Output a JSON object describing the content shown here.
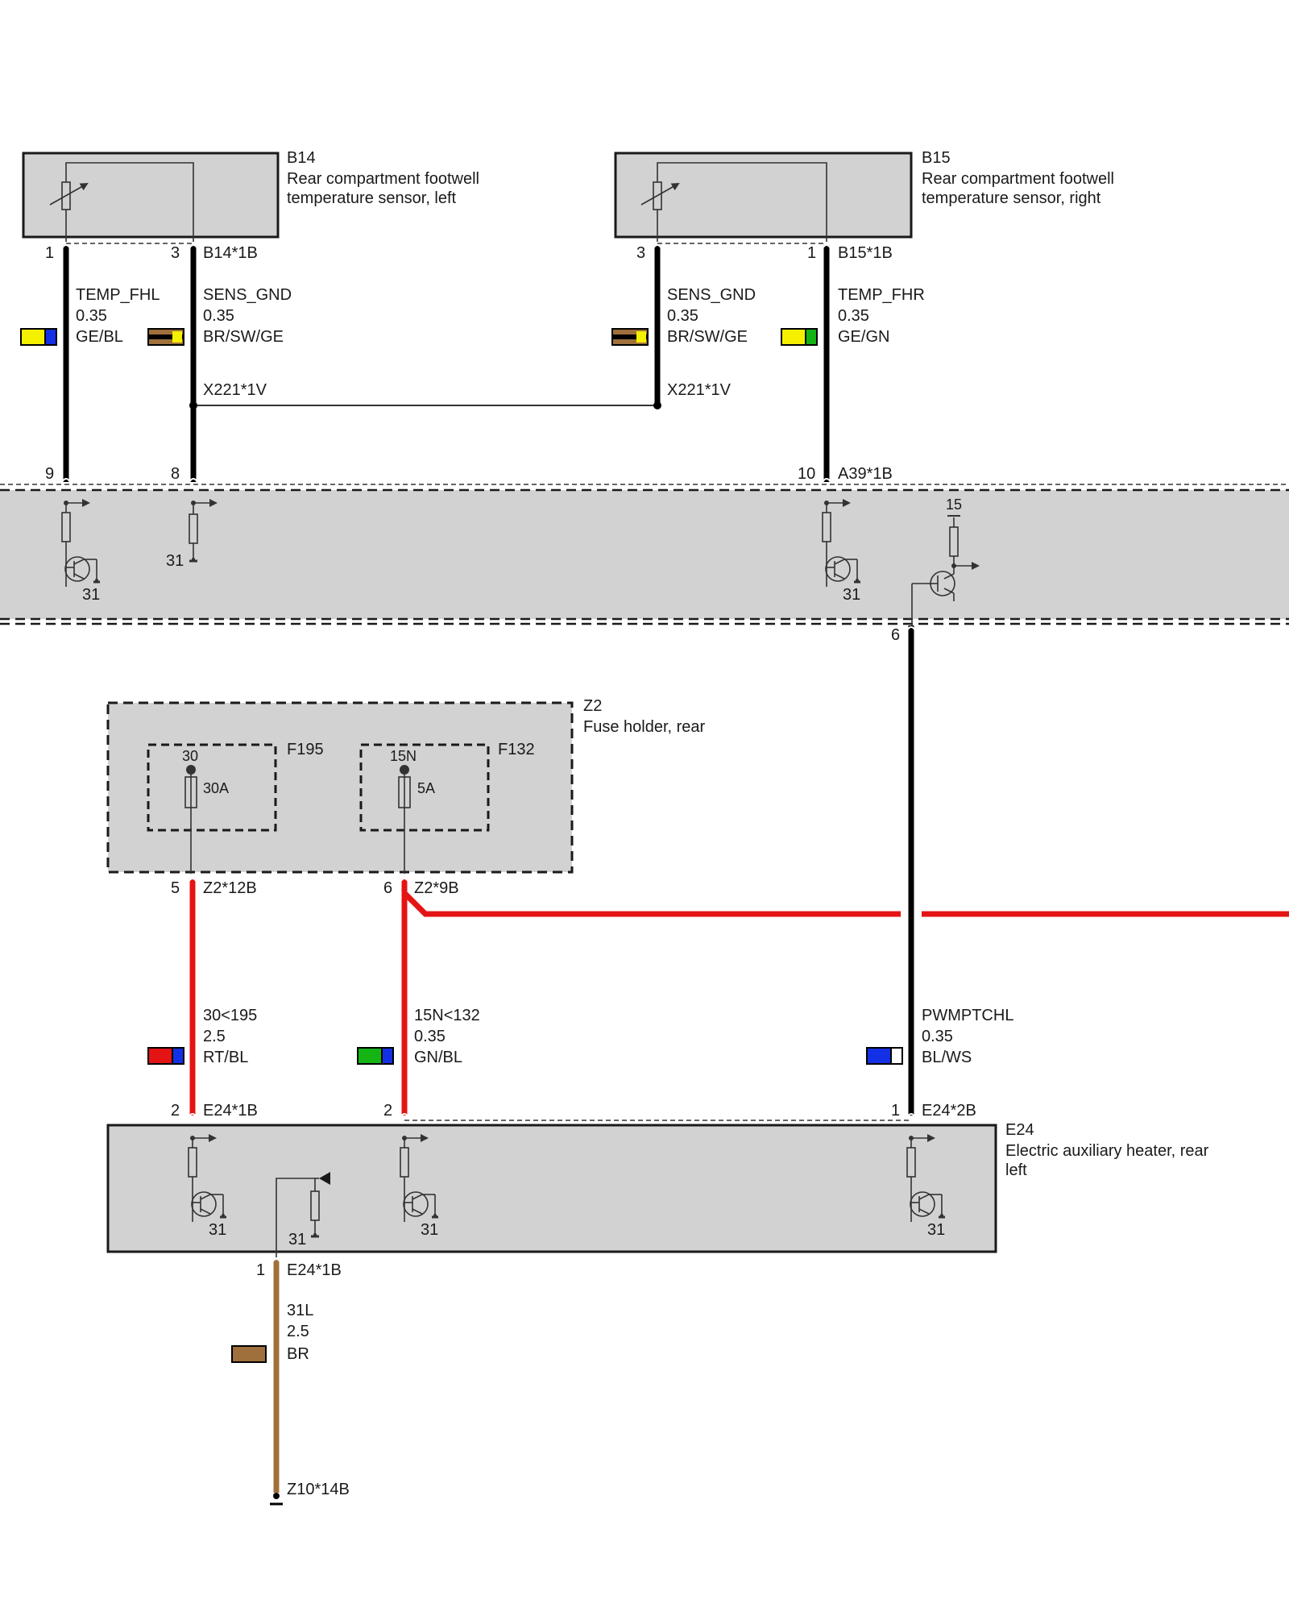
{
  "components": {
    "b14": {
      "id": "B14",
      "desc1": "Rear compartment footwell",
      "desc2": "temperature sensor, left",
      "pin_a": "1",
      "pin_b": "3",
      "connector": "B14*1B"
    },
    "b15": {
      "id": "B15",
      "desc1": "Rear compartment footwell",
      "desc2": "temperature sensor, right",
      "pin_a": "3",
      "pin_b": "1",
      "connector": "B15*1B"
    },
    "a39": {
      "connector": "A39*1B",
      "pin_9": "9",
      "pin_8": "8",
      "pin_10": "10",
      "pin_6": "6",
      "gnd_a": "31",
      "gnd_b": "31",
      "gnd_c": "31",
      "supply": "15"
    },
    "z2": {
      "id": "Z2",
      "desc": "Fuse holder, rear",
      "f195": "F195",
      "f132": "F132",
      "f195_term": "30",
      "f195_rating": "30A",
      "f132_term": "15N",
      "f132_rating": "5A",
      "pin_5": "5",
      "conn_12b": "Z2*12B",
      "pin_6": "6",
      "conn_9b": "Z2*9B"
    },
    "e24": {
      "id": "E24",
      "desc1": "Electric auxiliary heater, rear",
      "desc2": "left",
      "pin_2a": "2",
      "conn_1b_top": "E24*1B",
      "pin_2b": "2",
      "pin_1": "1",
      "conn_2b": "E24*2B",
      "pin_1_bottom": "1",
      "conn_1b_bottom": "E24*1B",
      "gnd_1": "31",
      "gnd_2": "31",
      "gnd_3": "31",
      "gnd_4": "31"
    },
    "z10": {
      "connector": "Z10*14B"
    }
  },
  "splices": {
    "left": "X221*1V",
    "right": "X221*1V"
  },
  "wires": [
    {
      "signal": "TEMP_FHL",
      "gauge": "0.35",
      "color_code": "GE/BL",
      "colors": [
        "#f4f000",
        "#1430e6"
      ]
    },
    {
      "signal": "SENS_GND",
      "gauge": "0.35",
      "color_code": "BR/SW/GE",
      "colors": [
        "#a0703c",
        "#000000",
        "#f4f000"
      ]
    },
    {
      "signal": "SENS_GND",
      "gauge": "0.35",
      "color_code": "BR/SW/GE",
      "colors": [
        "#a0703c",
        "#000000",
        "#f4f000"
      ]
    },
    {
      "signal": "TEMP_FHR",
      "gauge": "0.35",
      "color_code": "GE/GN",
      "colors": [
        "#f4f000",
        "#14b414"
      ]
    },
    {
      "signal": "30<195",
      "gauge": "2.5",
      "color_code": "RT/BL",
      "colors": [
        "#e41414",
        "#1430e6"
      ]
    },
    {
      "signal": "15N<132",
      "gauge": "0.35",
      "color_code": "GN/BL",
      "colors": [
        "#14b414",
        "#1430e6"
      ]
    },
    {
      "signal": "PWMPTCHL",
      "gauge": "0.35",
      "color_code": "BL/WS",
      "colors": [
        "#1430e6",
        "#ffffff"
      ]
    },
    {
      "signal": "31L",
      "gauge": "2.5",
      "color_code": "BR",
      "colors": [
        "#a0703c"
      ]
    }
  ]
}
